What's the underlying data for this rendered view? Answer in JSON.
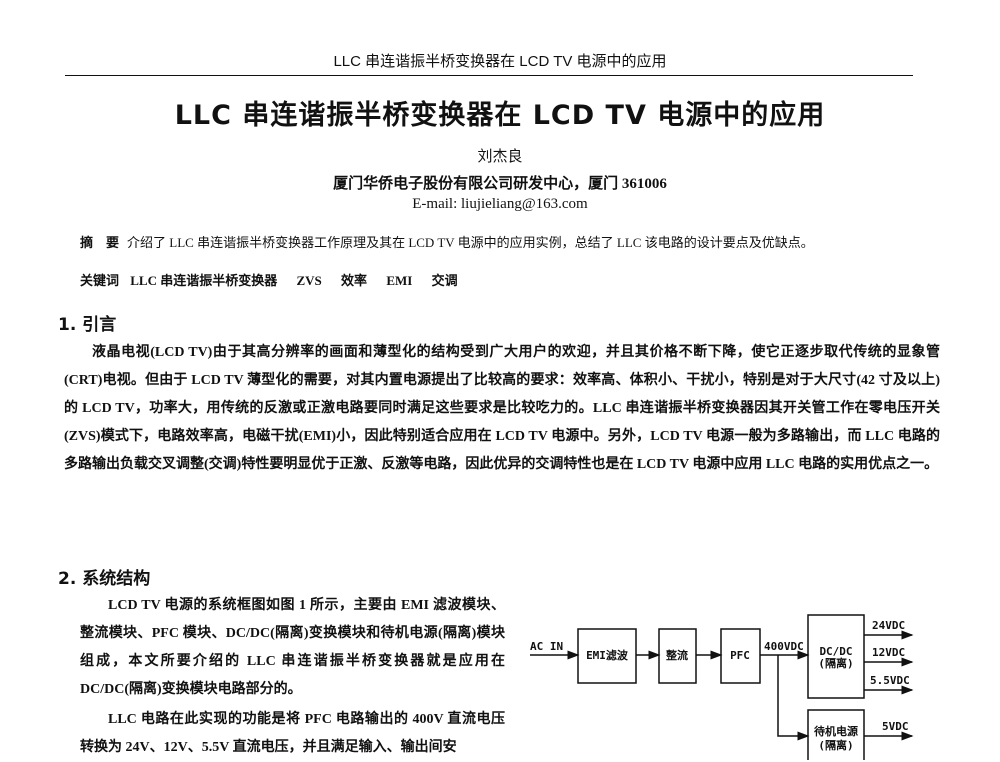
{
  "running_header": "LLC 串连谐振半桥变换器在 LCD TV 电源中的应用",
  "title": "LLC 串连谐振半桥变换器在 LCD TV 电源中的应用",
  "author": "刘杰良",
  "affiliation": "厦门华侨电子股份有限公司研发中心，厦门 361006",
  "email": "E-mail: liujieliang@163.com",
  "abstract": {
    "label": "摘　要",
    "text": "介绍了 LLC 串连谐振半桥变换器工作原理及其在 LCD TV 电源中的应用实例，总结了 LLC 该电路的设计要点及优缺点。"
  },
  "keywords": {
    "label": "关键词",
    "items": [
      "LLC 串连谐振半桥变换器",
      "ZVS",
      "效率",
      "EMI",
      "交调"
    ]
  },
  "sections": [
    {
      "heading": "1. 引言",
      "paragraphs": [
        "液晶电视(LCD TV)由于其高分辨率的画面和薄型化的结构受到广大用户的欢迎，并且其价格不断下降，使它正逐步取代传统的显象管(CRT)电视。但由于 LCD TV 薄型化的需要，对其内置电源提出了比较高的要求：效率高、体积小、干扰小，特别是对于大尺寸(42 寸及以上)的 LCD TV，功率大，用传统的反激或正激电路要同时满足这些要求是比较吃力的。LLC 串连谐振半桥变换器因其开关管工作在零电压开关(ZVS)模式下，电路效率高，电磁干扰(EMI)小，因此特别适合应用在 LCD TV 电源中。另外，LCD TV 电源一般为多路输出，而 LLC 电路的多路输出负载交叉调整(交调)特性要明显优于正激、反激等电路，因此优异的交调特性也是在 LCD TV 电源中应用 LLC 电路的实用优点之一。"
      ]
    },
    {
      "heading": "2. 系统结构",
      "paragraphs": [
        "LCD TV 电源的系统框图如图 1 所示，主要由 EMI 滤波模块、整流模块、PFC 模块、DC/DC(隔离)变换模块和待机电源(隔离)模块组成，本文所要介绍的 LLC 串连谐振半桥变换器就是应用在 DC/DC(隔离)变换模块电路部分的。",
        "LLC 电路在此实现的功能是将 PFC 电路输出的 400V 直流电压转换为 24V、12V、5.5V 直流电压，并且满足输入、输出间安"
      ]
    }
  ],
  "diagram": {
    "input": "AC IN",
    "blocks": [
      "EMI滤波",
      "整流",
      "PFC"
    ],
    "bus": "400VDC",
    "dcdc": [
      "DC/DC",
      "(隔离)"
    ],
    "standby": [
      "待机电源",
      "(隔离)"
    ],
    "outputs": [
      "24VDC",
      "12VDC",
      "5.5VDC"
    ],
    "standby_output": "5VDC"
  }
}
